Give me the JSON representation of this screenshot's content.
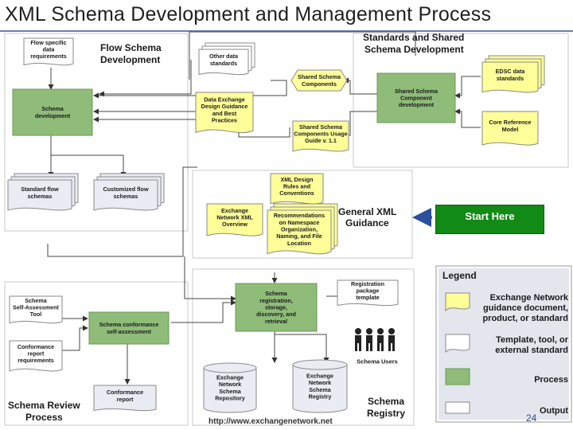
{
  "title": "XML Schema Development and Management Process",
  "sections": {
    "flow_schema": "Flow Schema Development",
    "standards": "Standards and Shared Schema Development",
    "general_xml": "General XML Guidance",
    "schema_review": "Schema Review Process",
    "schema_registry": "Schema Registry"
  },
  "nodes": {
    "flow_specific": "Flow specific data requirements",
    "other_data_standards": "Other data standards",
    "shared_schema_components": "Shared Schema Components",
    "schema_development": "Schema development",
    "data_exchange_guidance": "Data Exchange Design Guidance and Best Practices",
    "shared_usage_guide": "Shared Schema Components Usage Guide v. 1.1",
    "shared_component_development": "Shared Schema Component development",
    "edsc_standards": "EDSC data standards",
    "core_reference_model": "Core Reference Model",
    "standard_flow_schemas": "Standard flow schemas",
    "customized_flow_schemas": "Customized flow schemas",
    "xml_design_rules": "XML Design Rules and Conventions",
    "exchange_network_overview": "Exchange Network XML Overview",
    "namespace_recommendations": "Recommendations on Namespace Organization, Naming, and File Location",
    "registration_template": "Registration package template",
    "schema_registration": "Schema registration, storage, discovery, and retrieval",
    "self_assessment_tool": "Schema Self-Assessment Tool",
    "conformance_self_assessment": "Schema conformance self-assessment",
    "schema_users": "Schema Users",
    "conformance_requirements": "Conformance report requirements",
    "conformance_report": "Conformance report",
    "exchange_repository": "Exchange Network Schema Repository",
    "exchange_registry": "Exchange Network Schema Registry"
  },
  "start_here": "Start Here",
  "legend": {
    "title": "Legend",
    "items": [
      {
        "label": "Exchange Network guidance document, product, or standard",
        "color": "#ffff99"
      },
      {
        "label": "Template, tool, or external standard",
        "color": "#ffffff"
      },
      {
        "label": "Process",
        "color": "#8fbc79"
      },
      {
        "label": "Output",
        "color": "#e9ecf3"
      }
    ]
  },
  "url": "http://www.exchangenetwork.net",
  "page_number": "24",
  "colors": {
    "process": "#8fbc79",
    "guidance": "#ffff99",
    "output": "#e9ecf3",
    "start_here": "#118b16",
    "title_rule": "#6b7fa8"
  }
}
